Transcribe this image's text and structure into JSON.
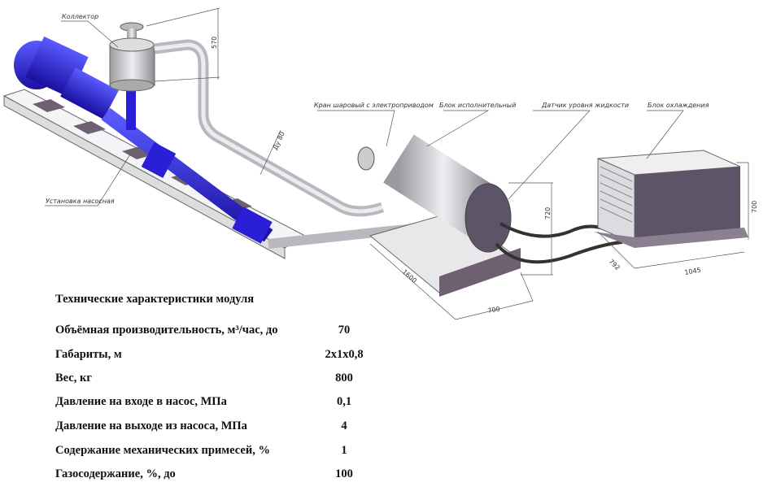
{
  "drawing": {
    "labels": {
      "collector": "Коллектор",
      "pump_unit": "Установка насосная",
      "ball_valve": "Кран шаровый с электроприводом",
      "actuator_block": "Блок исполнительный",
      "level_sensor": "Датчик уровня жидкости",
      "cooling_block": "Блок охлаждения"
    },
    "dimensions": {
      "collector_height": "570",
      "pipe_diameter": "Ду 80",
      "actuator_height": "720",
      "actuator_length": "1600",
      "actuator_width": "700",
      "cooler_height": "700",
      "cooler_depth": "792",
      "cooler_length": "1045"
    },
    "colors": {
      "pump": "#2a1fd6",
      "steel": "#c8c8cc",
      "frame": "#5c5060"
    }
  },
  "specs": {
    "title": "Технические  характеристики  модуля",
    "rows": [
      {
        "key": "Объёмная производительность, м³/час, до",
        "value": "70"
      },
      {
        "key": "Габариты, м",
        "value": "2х1х0,8"
      },
      {
        "key": "Вес, кг",
        "value": "800"
      },
      {
        "key": "Давление на входе в насос, МПа",
        "value": "0,1"
      },
      {
        "key": "Давление на выходе из насоса, МПа",
        "value": "4"
      },
      {
        "key": "Содержание механических примесей, %",
        "value": "1"
      },
      {
        "key": "Газосодержание, %, до",
        "value": "100"
      }
    ]
  }
}
